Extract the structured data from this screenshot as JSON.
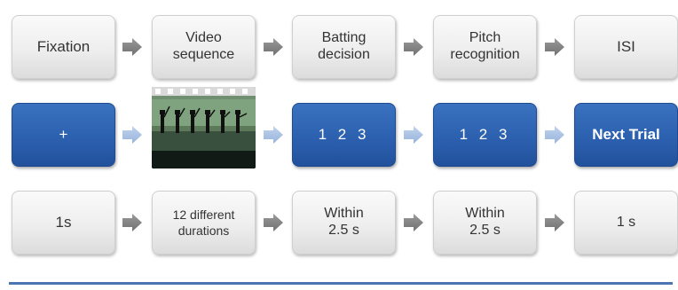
{
  "rows": {
    "stages": [
      "Fixation",
      "Video sequence",
      "Batting decision",
      "Pitch recognition",
      "ISI"
    ],
    "displays": [
      "+",
      "",
      "1 2 3",
      "1 2 3",
      "Next Trial"
    ],
    "durations": [
      "1s",
      "12 different durations",
      "Within 2.5 s",
      "Within 2.5 s",
      "1 s"
    ]
  },
  "icons": {
    "row_arrow": "right-arrow-icon",
    "video": "baseball-video-frame"
  },
  "colors": {
    "gray_box": "#eeeeee",
    "blue_box": "#2b5fae",
    "arrow_gray": "#8a8a8a",
    "arrow_light_blue": "#a9c1e3",
    "timeline": "#4a74b2"
  }
}
